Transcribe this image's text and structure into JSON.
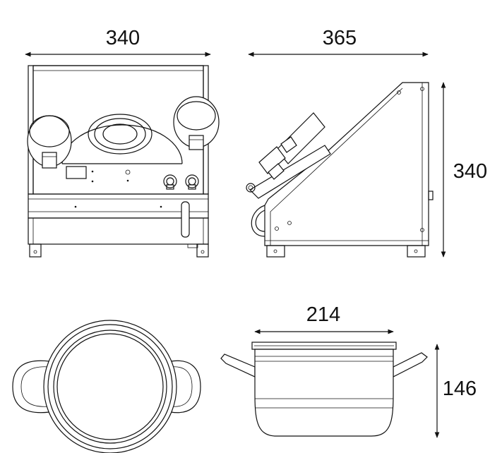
{
  "dimensions": {
    "front_width": "340",
    "side_depth": "365",
    "side_height": "340",
    "pot_width": "214",
    "pot_height": "146"
  },
  "colors": {
    "line": "#111111",
    "background": "#ffffff"
  }
}
